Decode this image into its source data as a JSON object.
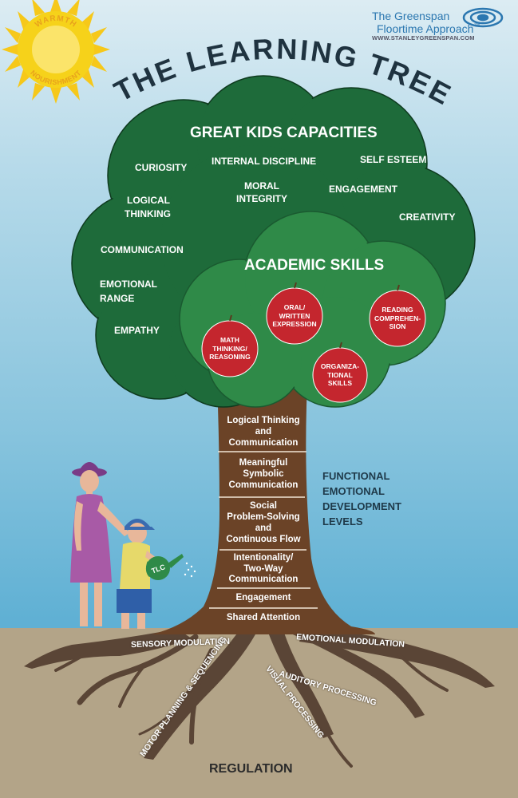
{
  "title": "THE LEARNING TREE",
  "sun": {
    "line1": "WARMTH",
    "line2": "NOURISHMENT"
  },
  "logo": {
    "prefix": "The",
    "brand1": "Greenspan",
    "brand2": "Floortime",
    "suffix": "Approach",
    "tm": "™",
    "url": "WWW.STANLEYGREENSPAN.COM"
  },
  "capacities": {
    "header": "GREAT KIDS CAPACITIES",
    "items": [
      "CURIOSITY",
      "INTERNAL DISCIPLINE",
      "SELF ESTEEM",
      "LOGICAL",
      "THINKING",
      "MORAL",
      "INTEGRITY",
      "ENGAGEMENT",
      "CREATIVITY",
      "COMMUNICATION",
      "EMOTIONAL",
      "RANGE",
      "EMPATHY"
    ]
  },
  "academic": {
    "header": "ACADEMIC SKILLS",
    "apples": [
      [
        "ORAL/",
        "WRITTEN",
        "EXPRESSION"
      ],
      [
        "READING",
        "COMPREHEN-",
        "SION"
      ],
      [
        "MATH",
        "THINKING/",
        "REASONING"
      ],
      [
        "ORGANIZA-",
        "TIONAL",
        "SKILLS"
      ]
    ]
  },
  "levels": [
    [
      "Logical Thinking",
      "and",
      "Communication"
    ],
    [
      "Meaningful",
      "Symbolic",
      "Communication"
    ],
    [
      "Social",
      "Problem-Solving",
      "and",
      "Continuous Flow"
    ],
    [
      "Intentionality/",
      "Two-Way",
      "Communication"
    ],
    [
      "Engagement"
    ],
    [
      "Shared Attention"
    ]
  ],
  "fedl": [
    "FUNCTIONAL",
    "EMOTIONAL",
    "DEVELOPMENT",
    "LEVELS"
  ],
  "watering_can": "TLC",
  "roots": [
    "SENSORY MODULATION",
    "EMOTIONAL MODULATION",
    "AUDITORY PROCESSING",
    "MOTOR PLANNING & SEQUENCING",
    "VISUAL PROCESSING"
  ],
  "regulation": "REGULATION",
  "colors": {
    "leaves_dark": "#1e6b3a",
    "leaves_light": "#2f8a48",
    "trunk": "#6b4327",
    "apple": "#c4262e",
    "sun": "#f6d21a",
    "ground": "#b3a488",
    "roots": "#5a4536"
  }
}
